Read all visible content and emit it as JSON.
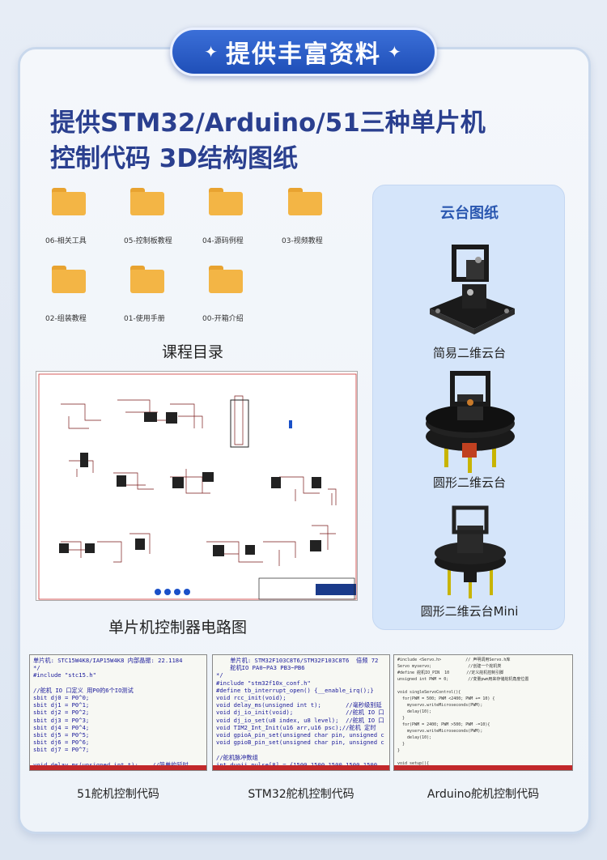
{
  "banner": {
    "title": "提供丰富资料"
  },
  "headline": {
    "line1": "提供STM32/Arduino/51三种单片机",
    "line2": "控制代码  3D结构图纸"
  },
  "folders": [
    {
      "label": "06-相关工具"
    },
    {
      "label": "05-控制板教程"
    },
    {
      "label": "04-源码例程"
    },
    {
      "label": "03-视频教程"
    },
    {
      "label": "02-组装教程"
    },
    {
      "label": "01-使用手册"
    },
    {
      "label": "00-开箱介绍"
    }
  ],
  "captions": {
    "course": "课程目录",
    "circuit": "单片机控制器电路图"
  },
  "gimbal": {
    "title": "云台图纸",
    "items": [
      {
        "label": "简易二维云台"
      },
      {
        "label": "圆形二维云台"
      },
      {
        "label": "圆形二维云台Mini"
      }
    ]
  },
  "code_panels": [
    {
      "caption": "51舵机控制代码"
    },
    {
      "caption": "STM32舵机控制代码"
    },
    {
      "caption": "Arduino舵机控制代码"
    }
  ],
  "colors": {
    "accent": "#2a3f8f",
    "banner": "#2a5cc7",
    "folder": "#f3b545",
    "panel": "#d5e5fa"
  }
}
